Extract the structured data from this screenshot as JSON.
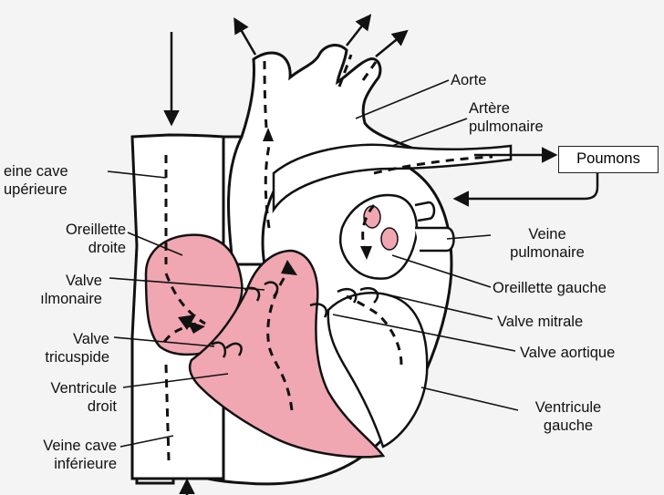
{
  "colors": {
    "outline": "#111111",
    "blood_chamber": "#f0a7b2",
    "background": "#f4f4f4"
  },
  "labels": {
    "aorte": "Aorte",
    "artere_pulmonaire": "Artère\npulmonaire",
    "poumons": "Poumons",
    "veine_cave_superieure": "eine cave\nupérieure",
    "oreillette_droite": "Oreillette\ndroite",
    "valve_pulmonaire": "Valve\nılmonaire",
    "valve_tricuspide": "Valve\ntricuspide",
    "ventricule_droit": "Ventricule\ndroit",
    "veine_cave_inferieure": "Veine cave\ninférieure",
    "veine_pulmonaire": "Veine\npulmonaire",
    "oreillette_gauche": "Oreillette gauche",
    "valve_mitrale": "Valve mitrale",
    "valve_aortique": "Valve aortique",
    "ventricule_gauche": "Ventricule\ngauche"
  }
}
